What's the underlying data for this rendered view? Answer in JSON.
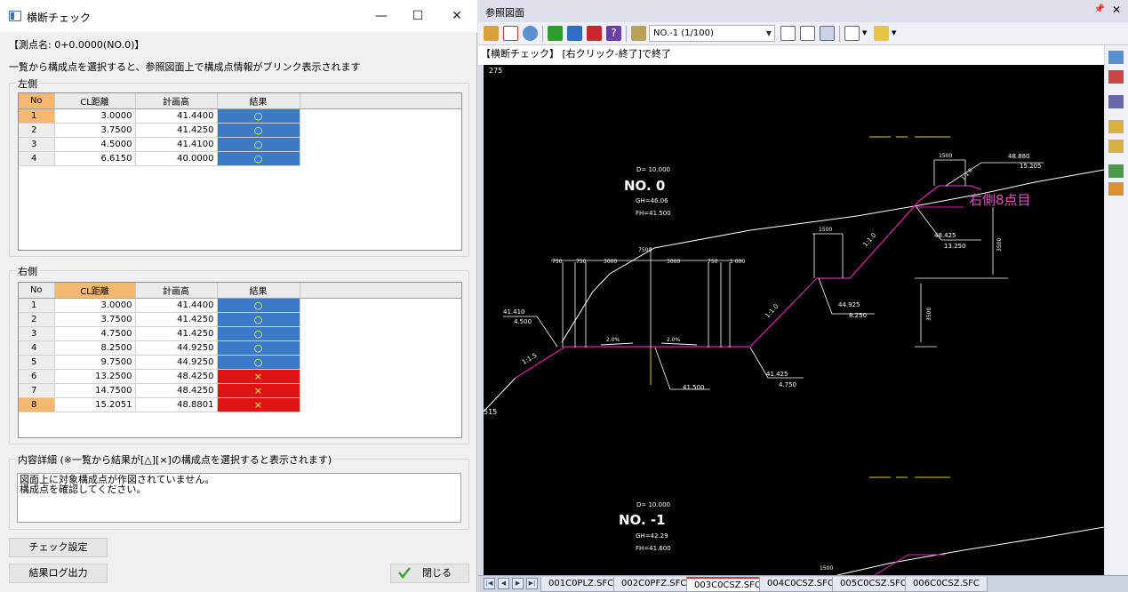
{
  "dialog": {
    "title": "横断チェック",
    "station": "【測点名: 0+0.0000(NO.0)】",
    "instruction": "一覧から構成点を選択すると、参照図面上で構成点情報がブリンク表示されます",
    "left": {
      "label": "左側",
      "headers": [
        "No",
        "CL距離",
        "計画高",
        "結果"
      ],
      "rows": [
        {
          "no": "1",
          "cl": "3.0000",
          "h": "41.4400",
          "r": "○"
        },
        {
          "no": "2",
          "cl": "3.7500",
          "h": "41.4250",
          "r": "○"
        },
        {
          "no": "3",
          "cl": "4.5000",
          "h": "41.4100",
          "r": "○"
        },
        {
          "no": "4",
          "cl": "6.6150",
          "h": "40.0000",
          "r": "○"
        }
      ]
    },
    "right": {
      "label": "右側",
      "headers": [
        "No",
        "CL距離",
        "計画高",
        "結果"
      ],
      "rows": [
        {
          "no": "1",
          "cl": "3.0000",
          "h": "41.4400",
          "r": "○"
        },
        {
          "no": "2",
          "cl": "3.7500",
          "h": "41.4250",
          "r": "○"
        },
        {
          "no": "3",
          "cl": "4.7500",
          "h": "41.4250",
          "r": "○"
        },
        {
          "no": "4",
          "cl": "8.2500",
          "h": "44.9250",
          "r": "○"
        },
        {
          "no": "5",
          "cl": "9.7500",
          "h": "44.9250",
          "r": "○"
        },
        {
          "no": "6",
          "cl": "13.2500",
          "h": "48.4250",
          "r": "×"
        },
        {
          "no": "7",
          "cl": "14.7500",
          "h": "48.4250",
          "r": "×"
        },
        {
          "no": "8",
          "cl": "15.2051",
          "h": "48.8801",
          "r": "×"
        }
      ]
    },
    "detail": {
      "label": "内容詳細 (※一覧から結果が[△][×]の構成点を選択すると表示されます)",
      "line1": "図面上に対象構成点が作図されていません。",
      "line2": "構成点を確認してください。"
    },
    "buttons": {
      "check_settings": "チェック設定",
      "log_output": "結果ログ出力",
      "close": "閉じる"
    }
  },
  "ref": {
    "title": "参照図面",
    "combo": "NO.-1 (1/100)",
    "message": "【横断チェック】 [右クリック-終了]で終了",
    "cad": {
      "corner": "275",
      "leftcut": "515",
      "d1": "D= 10.000",
      "no1": "NO.  0",
      "gh1": "GH=46.06",
      "fh1": "FH=41.500",
      "d2": "D= 10.000",
      "no2": "NO.  -1",
      "gh2": "GH=42.29",
      "fh2": "FH=41.600",
      "dims": [
        "750",
        "750",
        "3000",
        "3000",
        "750",
        "1 000",
        "7500"
      ],
      "w1500a": "1500",
      "w1500b": "1500",
      "w1500c": "1500",
      "h3500a": "3500",
      "h3500b": "3500",
      "ll1": "41.410",
      "ll2": "4.500",
      "bl1": "41.500",
      "rl1": "41.425",
      "rl2": "4.750",
      "m1": "44.925",
      "m2": "8.250",
      "u1": "48.425",
      "u2": "13.250",
      "t1": "48.880",
      "t2": "15.205",
      "slope1": "1:1.5",
      "slope2": "1:1.0",
      "slope3": "1:1.0",
      "slope4": "1:1.0",
      "g1": "2.0%",
      "g2": "2.0%",
      "marker": "右側8点目"
    },
    "tabs": [
      "001C0PLZ.SFC",
      "002C0PFZ.SFC",
      "003C0CSZ.SFC",
      "004C0CSZ.SFC",
      "005C0CSZ.SFC",
      "006C0CSZ.SFC"
    ]
  }
}
